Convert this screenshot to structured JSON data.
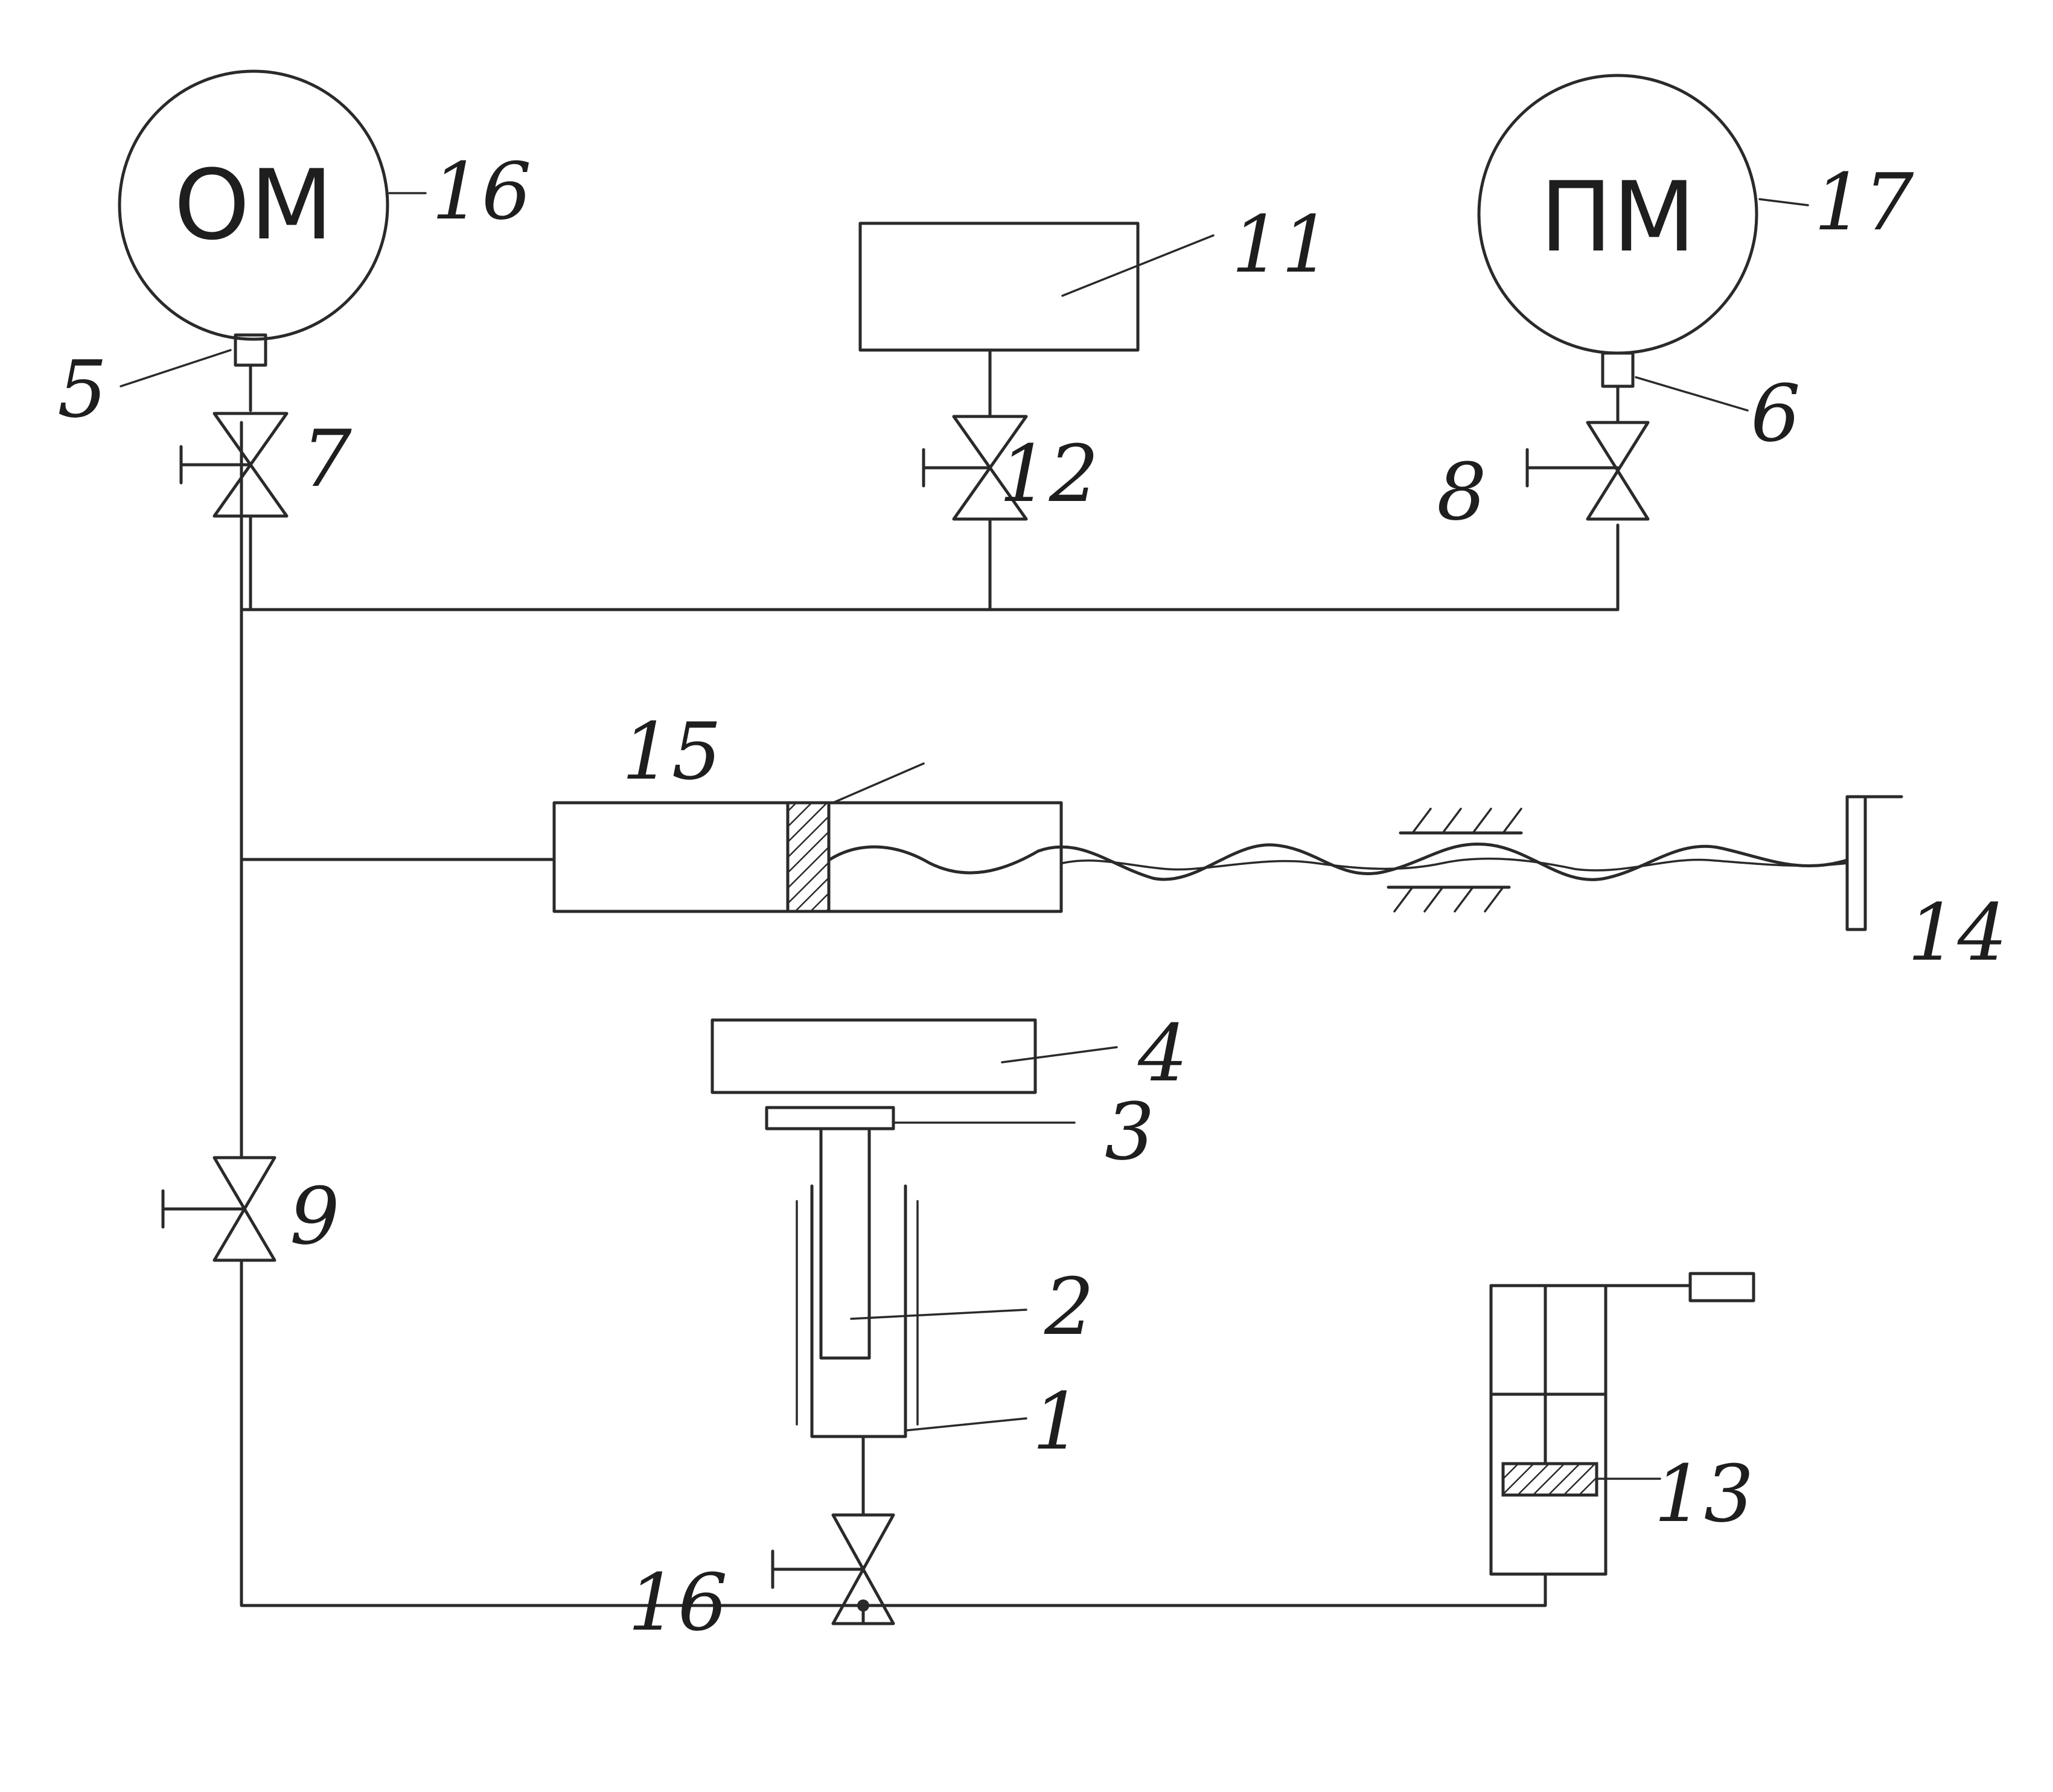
{
  "gauges": {
    "left": {
      "text": "ОМ",
      "number": "16"
    },
    "right": {
      "text": "ПМ",
      "number": "17"
    }
  },
  "labels": {
    "n1": "1",
    "n2": "2",
    "n3": "3",
    "n4": "4",
    "n5": "5",
    "n6": "6",
    "n7": "7",
    "n8": "8",
    "n9": "9",
    "n11": "11",
    "n12": "12",
    "n13": "13",
    "n14": "14",
    "n15": "15",
    "n16b": "16"
  }
}
